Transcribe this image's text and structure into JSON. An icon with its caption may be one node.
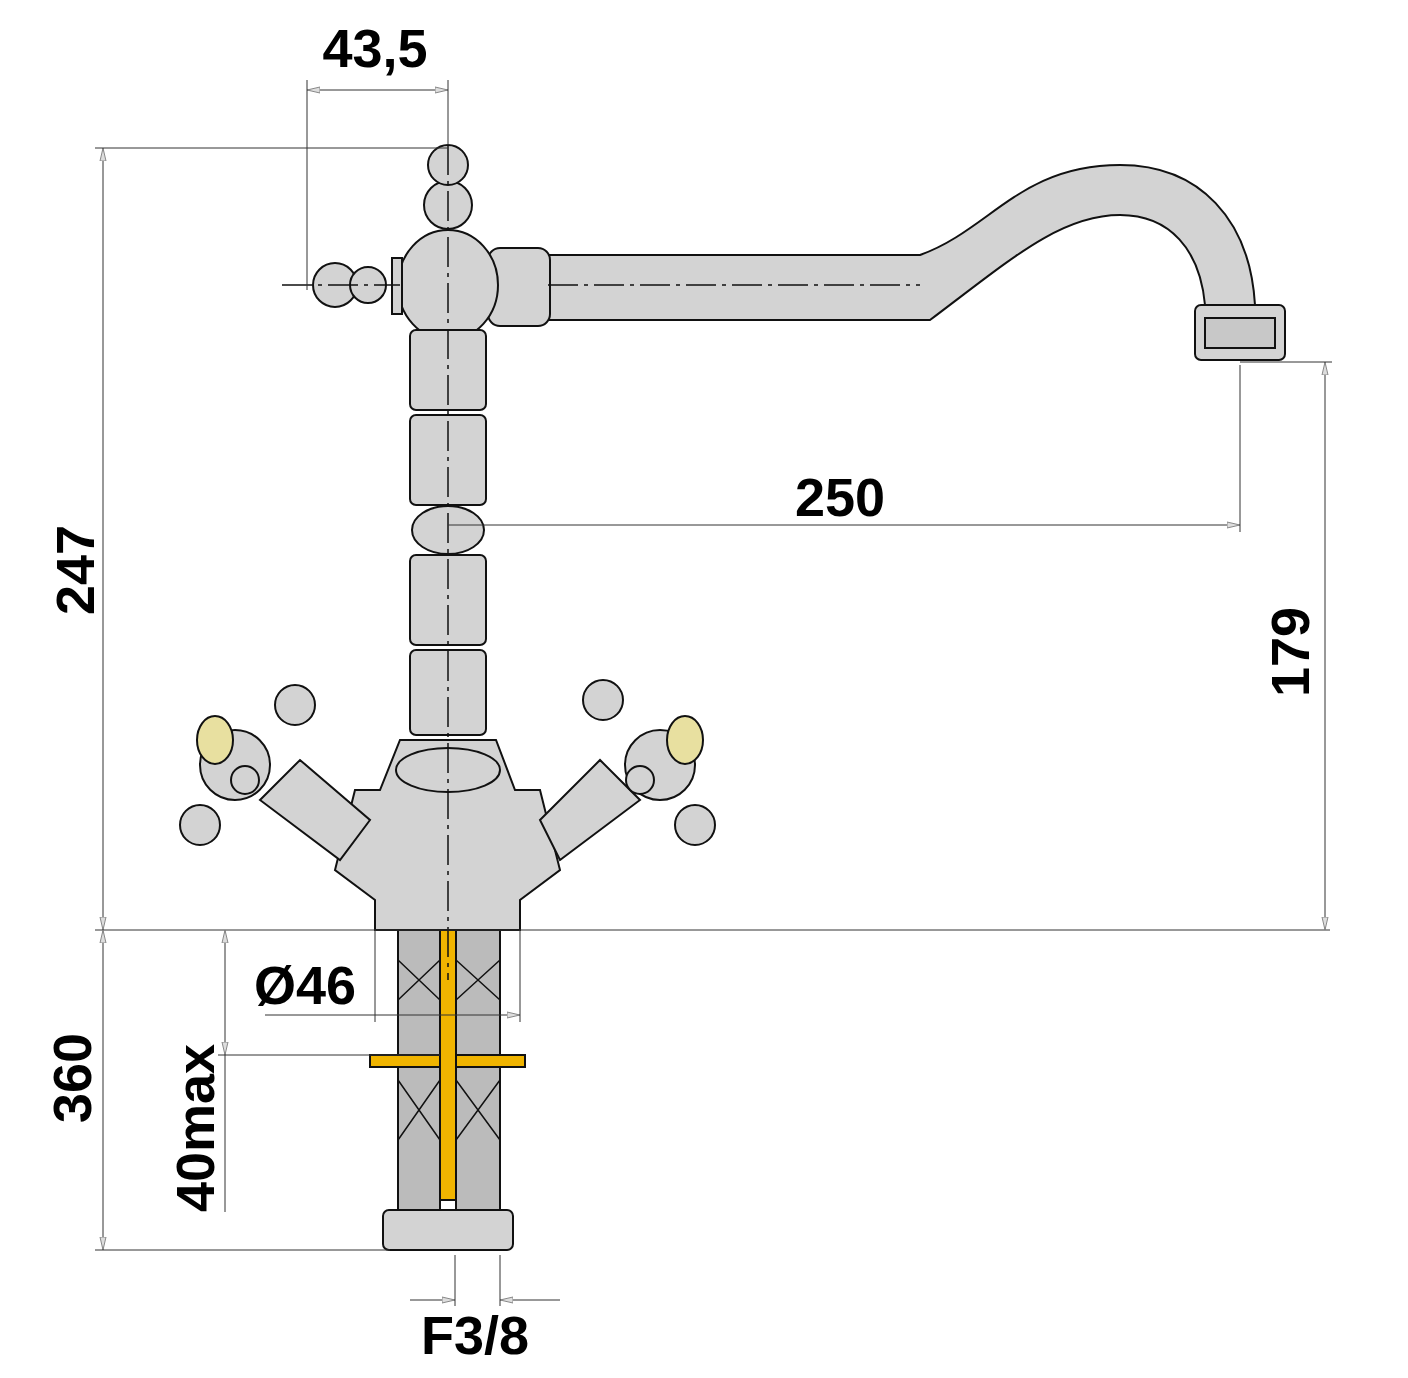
{
  "diagram": {
    "labels": [
      "43,5",
      "247",
      "250",
      "179",
      "Ø46",
      "360",
      "40max",
      "F3/8"
    ]
  }
}
